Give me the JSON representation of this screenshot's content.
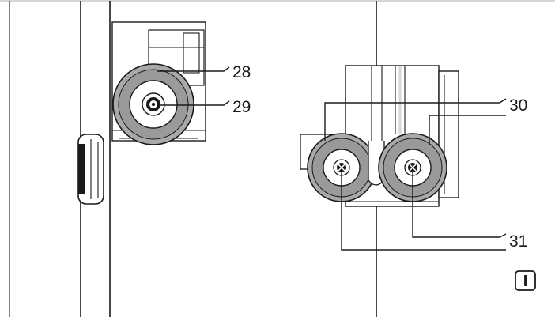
{
  "callouts": {
    "c28": "28",
    "c29": "29",
    "c30": "30",
    "c31": "31"
  },
  "view_marker": "I",
  "colors": {
    "line": "#1a1a1a",
    "roller_grey": "#a9a9a9",
    "frame_grey": "#d6d6d6",
    "background": "#ffffff"
  }
}
